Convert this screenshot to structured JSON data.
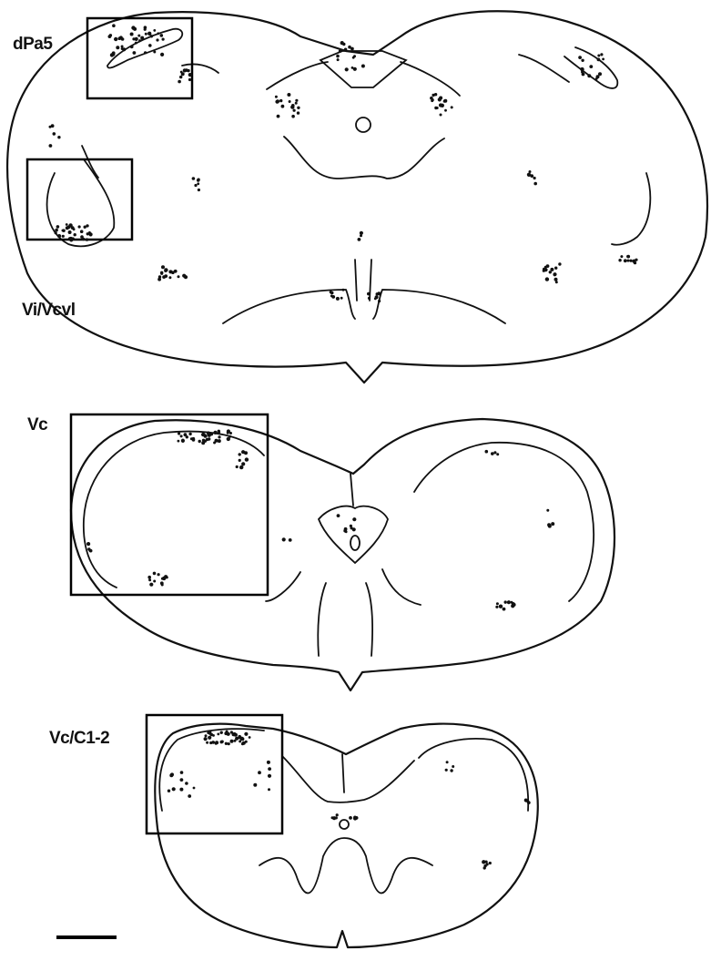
{
  "labels": {
    "dpa5": "dPa5",
    "vivc": "Vi/Vcvl",
    "vc": "Vc",
    "vcc": "Vc/C1-2"
  }
}
